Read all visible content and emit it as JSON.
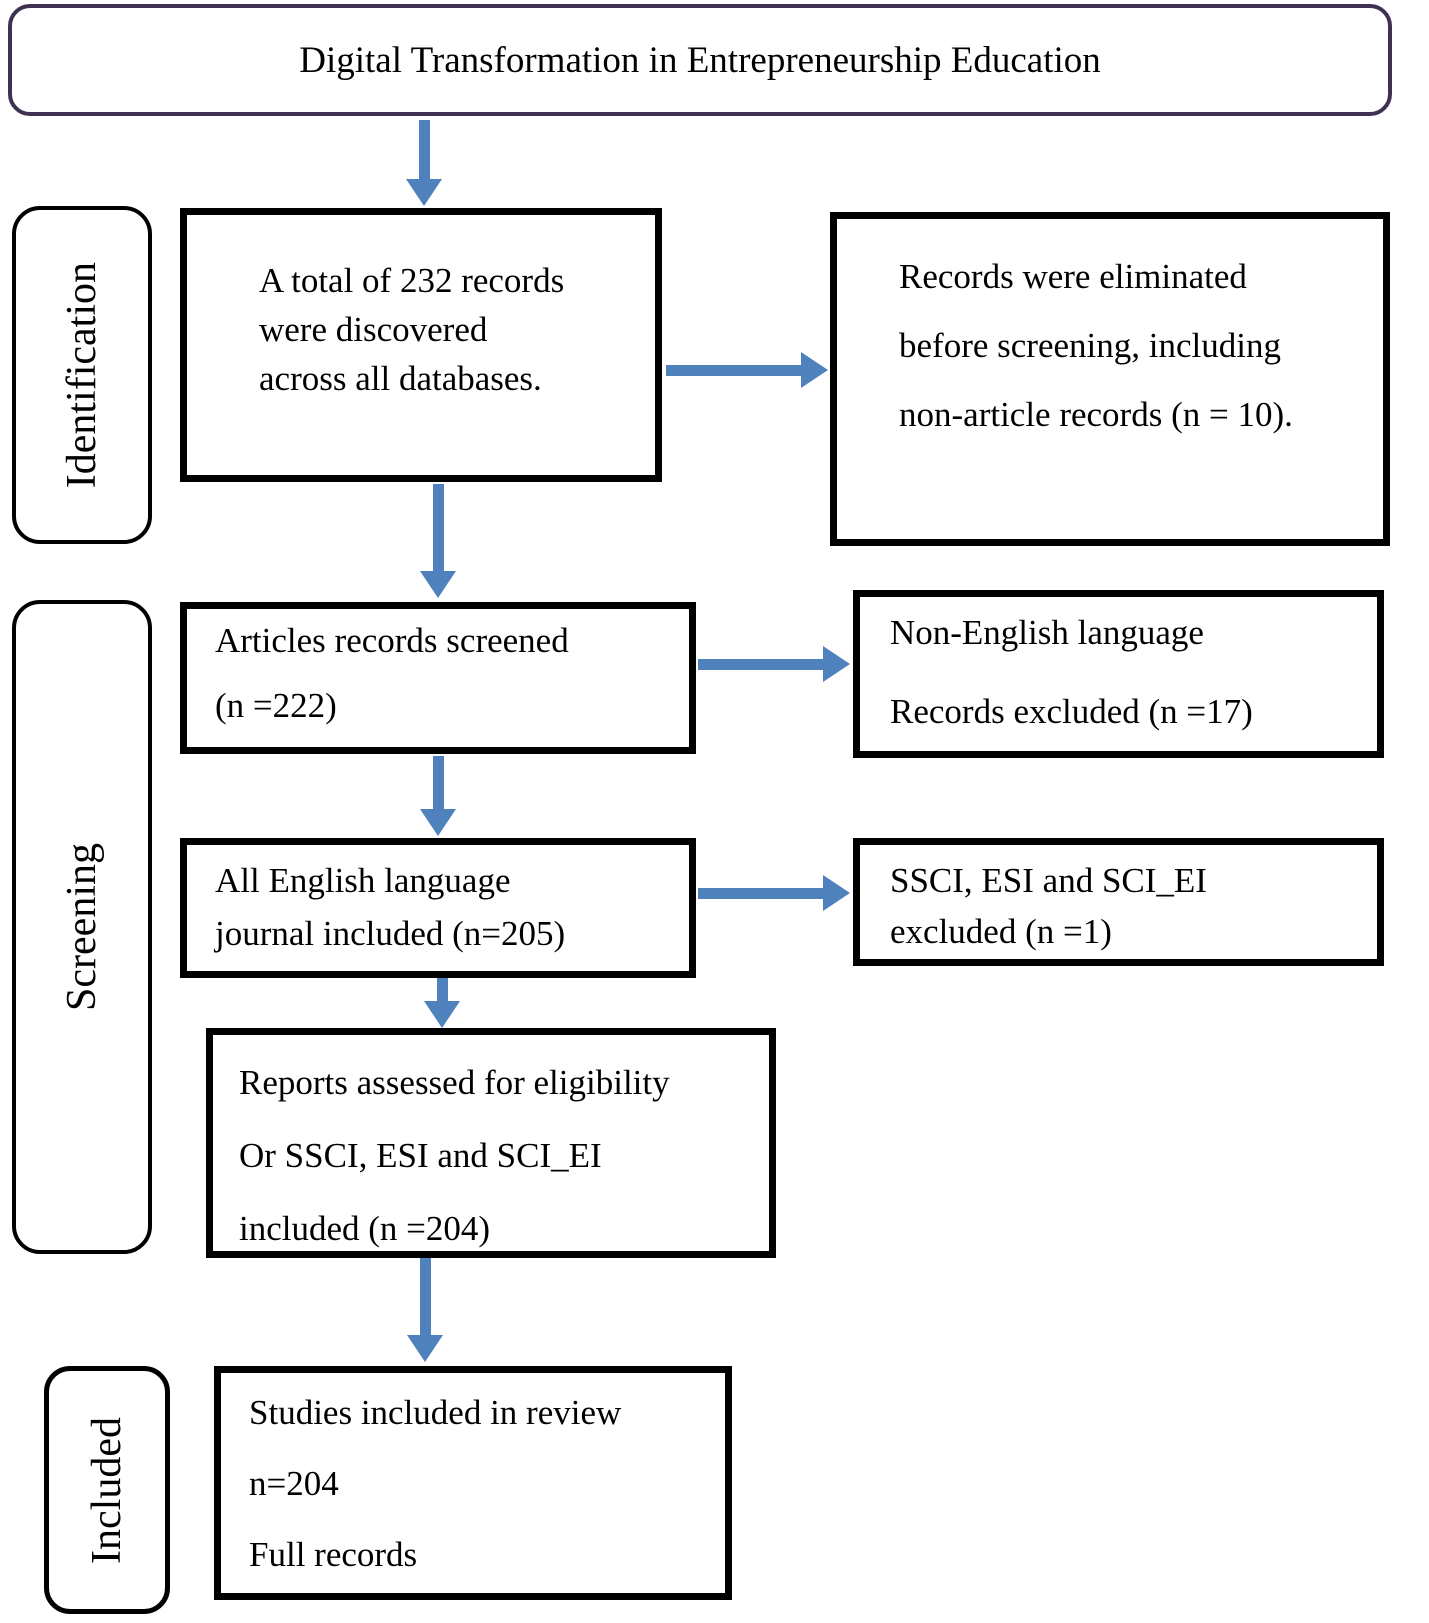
{
  "title": "Digital Transformation in Entrepreneurship Education",
  "colors": {
    "arrow": "#4f81bd",
    "title_border": "#3f3153",
    "box_border": "#000000",
    "background": "#ffffff"
  },
  "stages": {
    "identification": "Identification",
    "screening": "Screening",
    "included": "Included"
  },
  "boxes": {
    "records_total": {
      "lines": [
        "A total of 232 records",
        "were discovered",
        "across all databases."
      ]
    },
    "records_eliminated": {
      "lines": [
        "Records were eliminated",
        "before screening, including",
        "non-article records (n = 10)."
      ]
    },
    "records_screened": {
      "lines": [
        "Articles records screened",
        "(n =222)"
      ]
    },
    "non_english_excluded": {
      "lines": [
        "Non-English language",
        "Records excluded (n =17)"
      ]
    },
    "english_included": {
      "lines": [
        "All English language",
        "journal included (n=205)"
      ]
    },
    "ssci_excluded": {
      "lines": [
        "SSCI, ESI and SCI_EI",
        "excluded (n =1)"
      ]
    },
    "reports_assessed": {
      "lines": [
        "Reports assessed for eligibility",
        "Or SSCI, ESI and SCI_EI",
        "included (n =204)"
      ]
    },
    "studies_included": {
      "lines": [
        "Studies included in review",
        "n=204",
        "Full records"
      ]
    }
  }
}
